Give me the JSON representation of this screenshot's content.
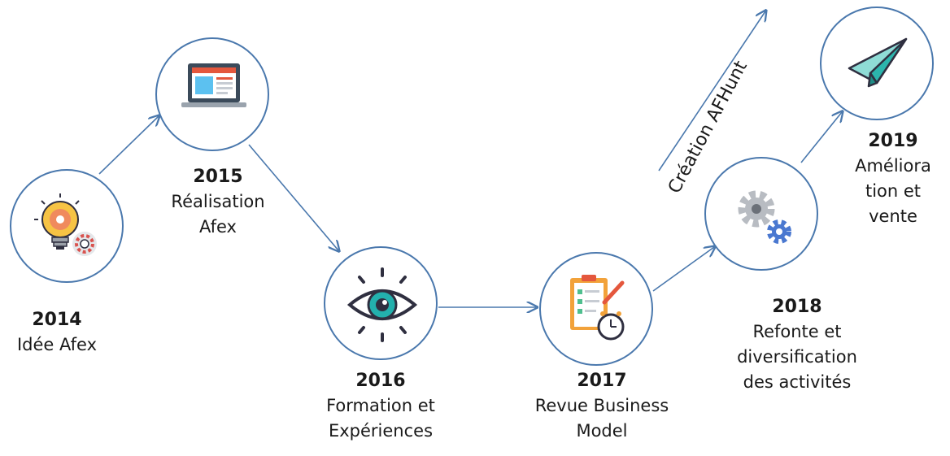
{
  "timeline": {
    "milestones": [
      {
        "year": "2014",
        "text": "Idée Afex",
        "icon": "lightbulb-gear-icon"
      },
      {
        "year": "2015",
        "text": "Réalisation\nAfex",
        "icon": "laptop-icon"
      },
      {
        "year": "2016",
        "text": "Formation et\nExpériences",
        "icon": "eye-icon"
      },
      {
        "year": "2017",
        "text": "Revue Business\nModel",
        "icon": "clipboard-checklist-icon"
      },
      {
        "year": "2018",
        "text": "Refonte et\ndiversification\ndes activités",
        "icon": "gears-icon"
      },
      {
        "year": "2019",
        "text": "Améliora\ntion et\nvente",
        "icon": "paper-plane-icon"
      }
    ],
    "annotation": "Création AFHunt"
  },
  "colors": {
    "accent": "#4a78ad",
    "text": "#1a1a1a"
  }
}
